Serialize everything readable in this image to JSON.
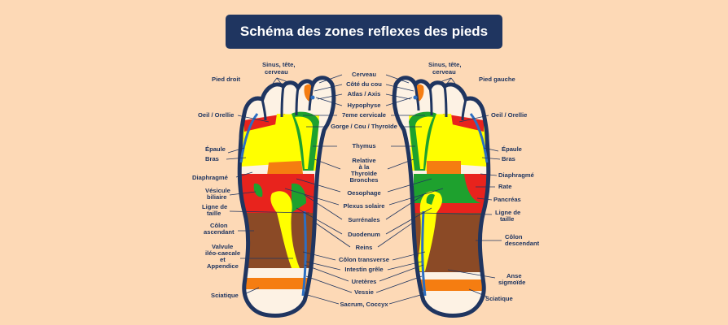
{
  "title": "Schéma des zones reflexes des pieds",
  "colors": {
    "navy": "#1f3560",
    "background": "#fdd9b6",
    "yellow": "#ffff00",
    "red": "#e8231d",
    "green": "#1ea12e",
    "orange": "#f57d11",
    "brown": "#8b4a26",
    "blue": "#2c6fc3"
  },
  "right_foot_labels": {
    "foot_name": "Pied droit",
    "sinus_line1": "Sinus, tête,",
    "sinus_line2": "cerveau",
    "oeil": "Oeil / Orellie",
    "epaule": "Épaule",
    "bras": "Bras",
    "diaphragme": "Diaphragmé",
    "vesicule_line1": "Vésicule",
    "vesicule_line2": "biliaire",
    "ligne_line1": "Ligne de",
    "ligne_line2": "taille",
    "colon_line1": "Côlon",
    "colon_line2": "ascendant",
    "valvule_line1": "Valvule",
    "valvule_line2": "iléo-caecale",
    "valvule_line3": "et",
    "valvule_line4": "Appendice",
    "sciatique": "Sciatique"
  },
  "center_labels": {
    "cerveau": "Cerveau",
    "cote_cou": "Côté du cou",
    "atlas": "Atlas / Axis",
    "hypophyse": "Hypophyse",
    "cervicale": "7eme cervicale",
    "gorge": "Gorge / Cou / Thyroïde",
    "thymus": "Thymus",
    "relative_line1": "Relative",
    "relative_line2": "à la",
    "relative_line3": "Thyroïde",
    "relative_line4": "Bronches",
    "oesophage": "Oesophage",
    "plexus": "Plexus solaire",
    "surrenales": "Surrénales",
    "duodenum": "Duodenum",
    "reins": "Reins",
    "colon_transverse": "Côlon transverse",
    "intestin": "Intestin grêle",
    "ureteres": "Uretères",
    "vessie": "Vessie",
    "sacrum": "Sacrum, Coccyx"
  },
  "left_foot_labels": {
    "foot_name": "Pied gauche",
    "sinus_line1": "Sinus, tête,",
    "sinus_line2": "cerveau",
    "oeil": "Oeil / Orellie",
    "epaule": "Épaule",
    "bras": "Bras",
    "diaphragme": "Diaphragmé",
    "rate": "Rate",
    "pancreas": "Pancréas",
    "ligne_line1": "Ligne de",
    "ligne_line2": "taille",
    "colon_line1": "Côlon",
    "colon_line2": "descendant",
    "anse_line1": "Anse",
    "anse_line2": "sigmoïde",
    "sciatique": "Sciatique"
  }
}
